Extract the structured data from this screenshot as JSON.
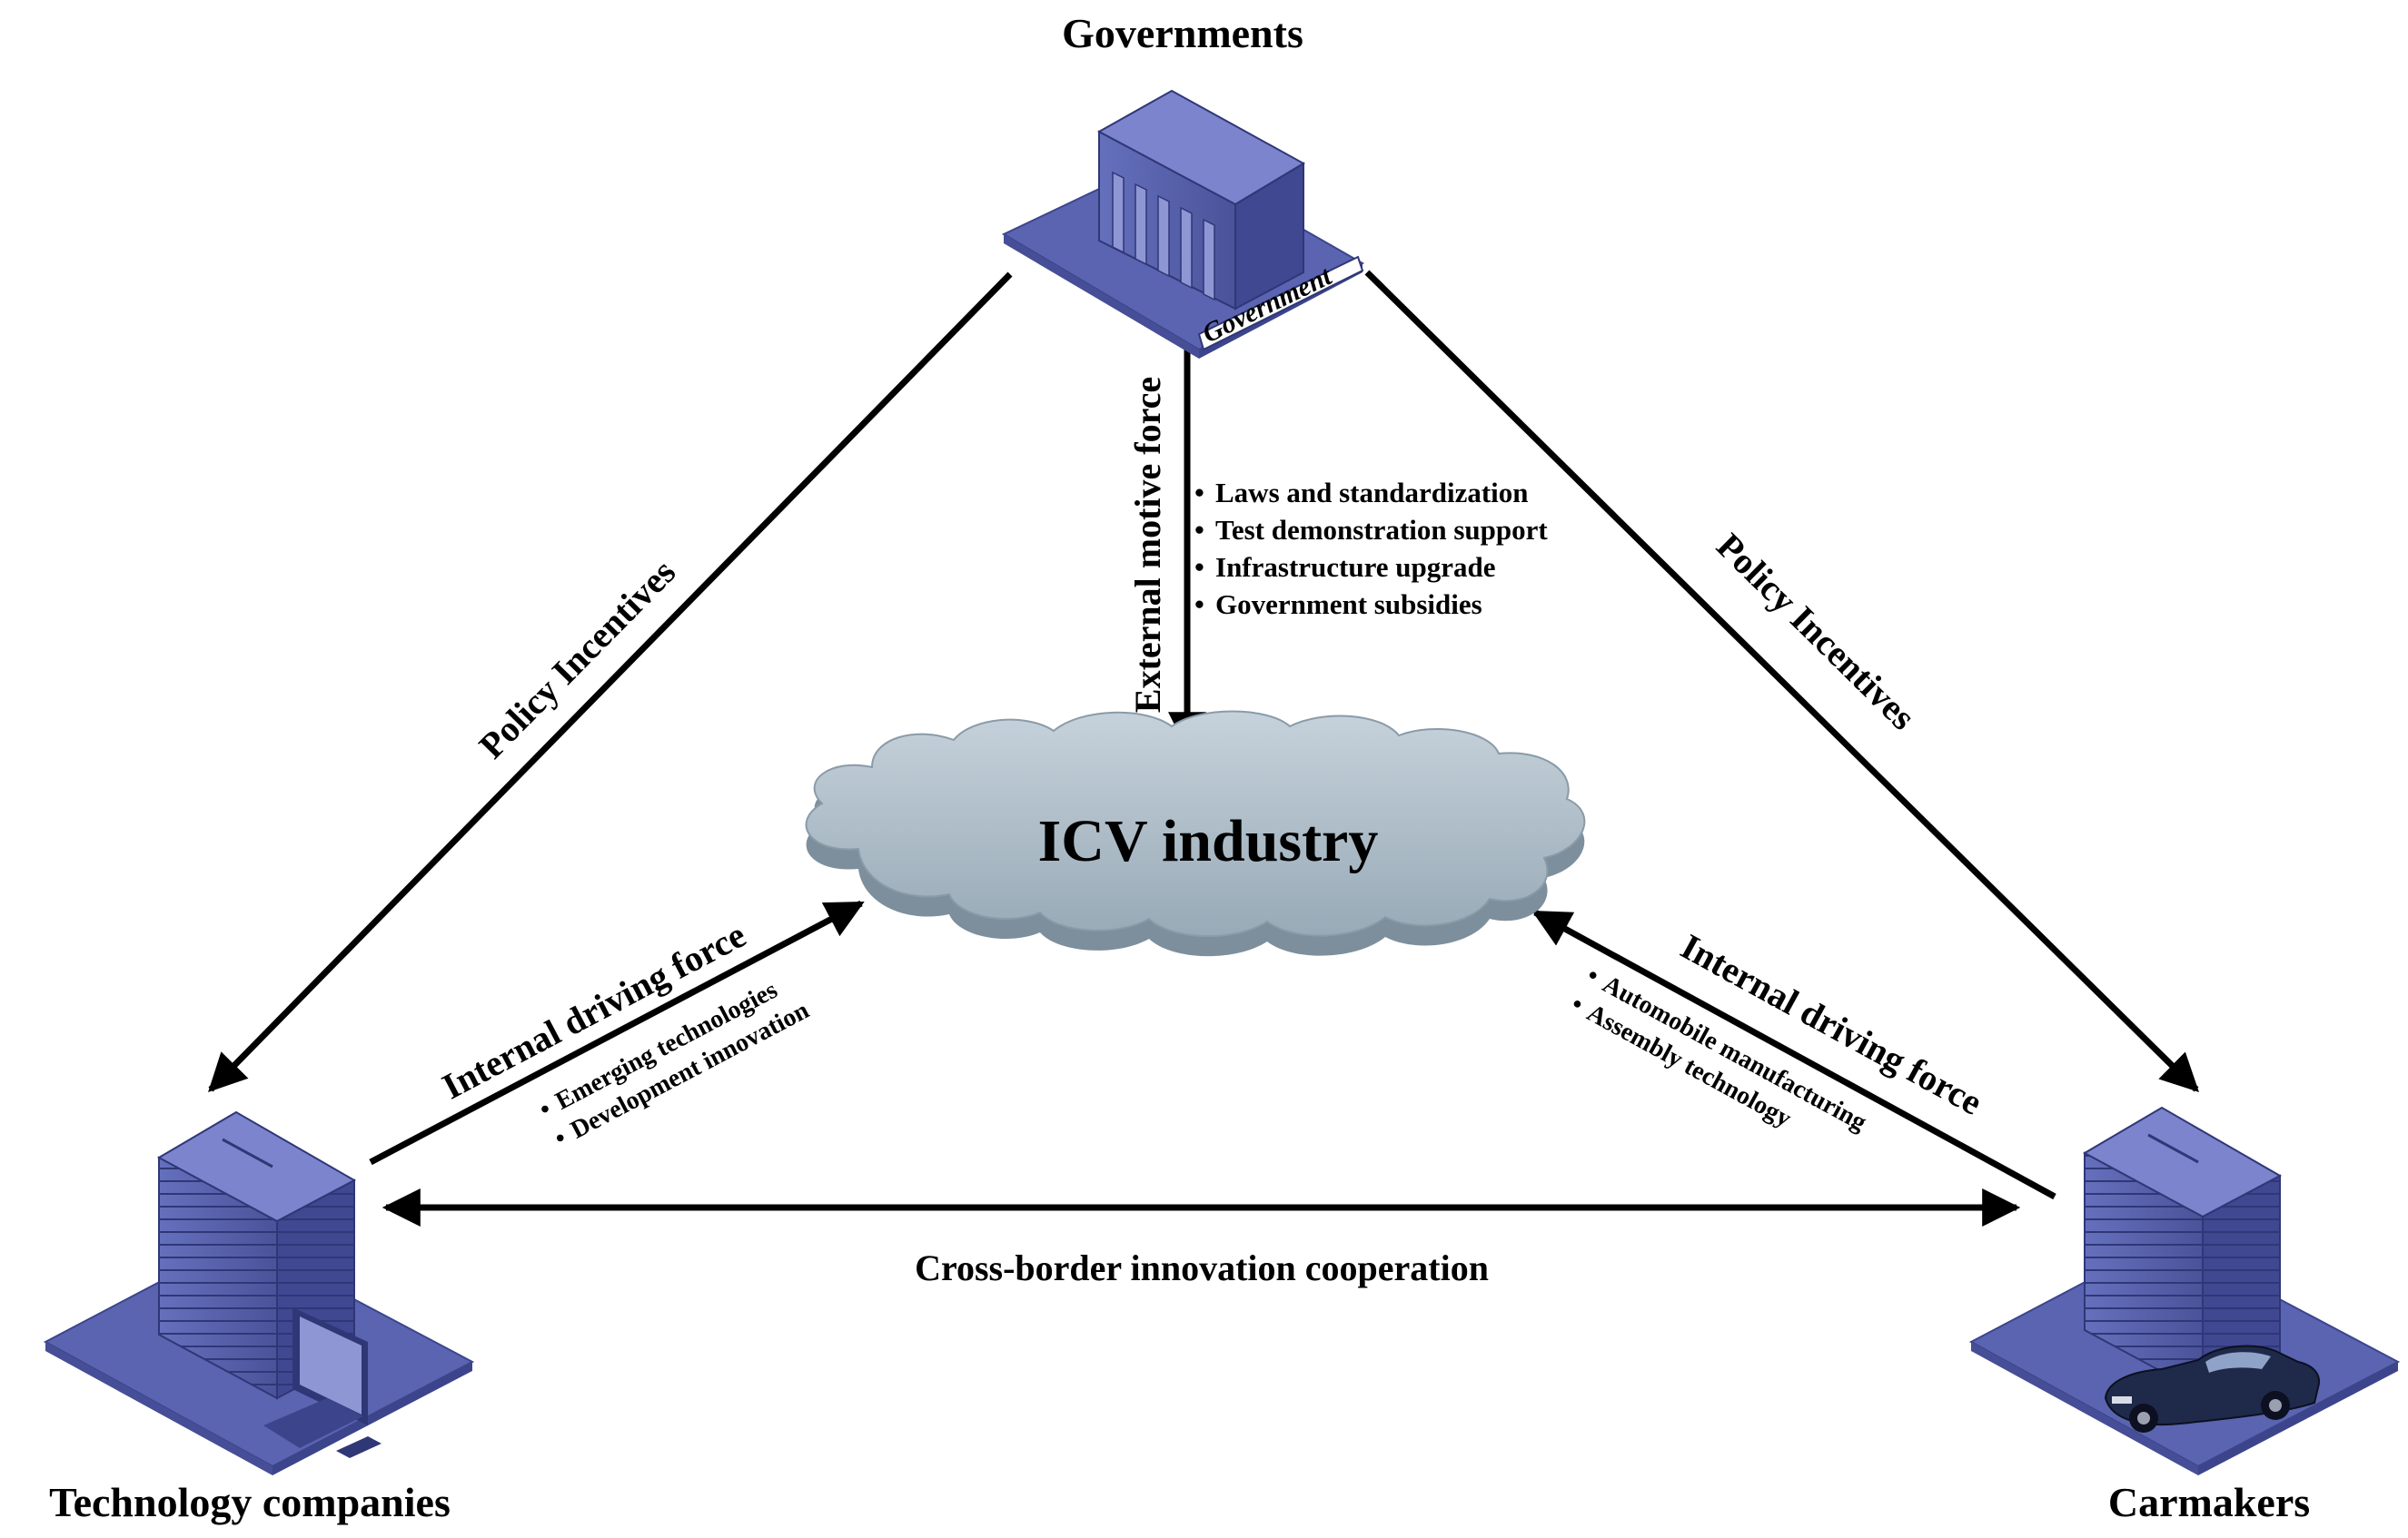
{
  "nodes": {
    "governments": {
      "title": "Governments",
      "building_sign": "Government"
    },
    "tech": {
      "title": "Technology companies"
    },
    "carmakers": {
      "title": "Carmakers"
    },
    "center": {
      "title": "ICV industry"
    }
  },
  "edges": {
    "gov_to_tech": {
      "label": "Policy Incentives"
    },
    "gov_to_car": {
      "label": "Policy Incentives"
    },
    "gov_to_center": {
      "label": "External motive force",
      "bullets": [
        "Laws and standardization",
        "Test demonstration support",
        "Infrastructure upgrade",
        "Government subsidies"
      ]
    },
    "tech_to_center": {
      "label": "Internal driving force",
      "bullets": [
        "Emerging technologies",
        "Development innovation"
      ]
    },
    "car_to_center": {
      "label": "Internal driving force",
      "bullets": [
        "Automobile manufacturing",
        "Assembly technology"
      ]
    },
    "tech_car": {
      "label": "Cross-border innovation cooperation"
    }
  },
  "colors": {
    "building": "#5560a8",
    "building_dark": "#3a4388",
    "building_light": "#8e96d4",
    "platform": "#5a64b0",
    "cloud": "#a8b8c4",
    "cloud_dark": "#7d8f9c"
  }
}
